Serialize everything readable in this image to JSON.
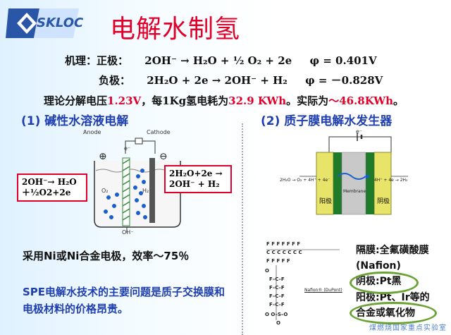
{
  "logo": {
    "text": "SKLOC"
  },
  "title": "电解水制氢",
  "mechanism": {
    "label": "机理：",
    "positive": {
      "label": "正极：",
      "equation": "2OH⁻ → H₂O + ½ O₂ + 2e",
      "potential": "φ = 0.401V"
    },
    "negative": {
      "label": "负极：",
      "equation": "2H₂O + 2e → 2OH⁻ + H₂",
      "potential": "φ = －0.828V"
    }
  },
  "theory_line": {
    "prefix": "理论分解电压",
    "voltage": "1.23V",
    "mid": "，每1Kg氢电耗为",
    "energy": "32.9 KWh",
    "mid2": "。实际为",
    "actual": "～46.8KWh",
    "suffix": "。"
  },
  "section1": {
    "title": "(1) 碱性水溶液电解",
    "diagram": {
      "anode": "Anode",
      "cathode": "Cathode",
      "electron": "e⁻",
      "plus": "⊕",
      "minus": "⊖",
      "o2": "O₂",
      "h2": "H₂",
      "oh": "OH⁻",
      "left_box": [
        "2OH⁻→ H₂O",
        "＋½O2+2e"
      ],
      "right_box": [
        "2H₂O+2e →",
        "2OH⁻ + H₂"
      ]
    },
    "electrode_text": "采用Ni或Ni合金电极，效率～75％",
    "spe_text": "SPE电解水技术的主要问题是质子交换膜和电极材料的价格昂贵。"
  },
  "section2": {
    "title": "(2) 质子膜电解水发生器",
    "diagram": {
      "electron": "e⁻",
      "left_reaction": "2H₂O → O₂ + 4H⁺ + 4e⁻",
      "right_reaction": "4H⁺ + 4e → 2H₂",
      "membrane": "Membrane",
      "anode": "阳极",
      "cathode": "阴极",
      "nafion_label": "Nafion® (DuPont)"
    },
    "membrane_text": [
      "隔膜:全氟磺酸膜",
      "(Nafion)"
    ],
    "cathode_text": "阴极:Pt黑",
    "anode_text": [
      "阳极:Pt、Ir等的",
      "合金或氧化物"
    ]
  },
  "footer": "煤燃烧国家重点实验室",
  "colors": {
    "red": "#e0002a",
    "blue": "#1f3fb0",
    "green": "#6aa334"
  }
}
